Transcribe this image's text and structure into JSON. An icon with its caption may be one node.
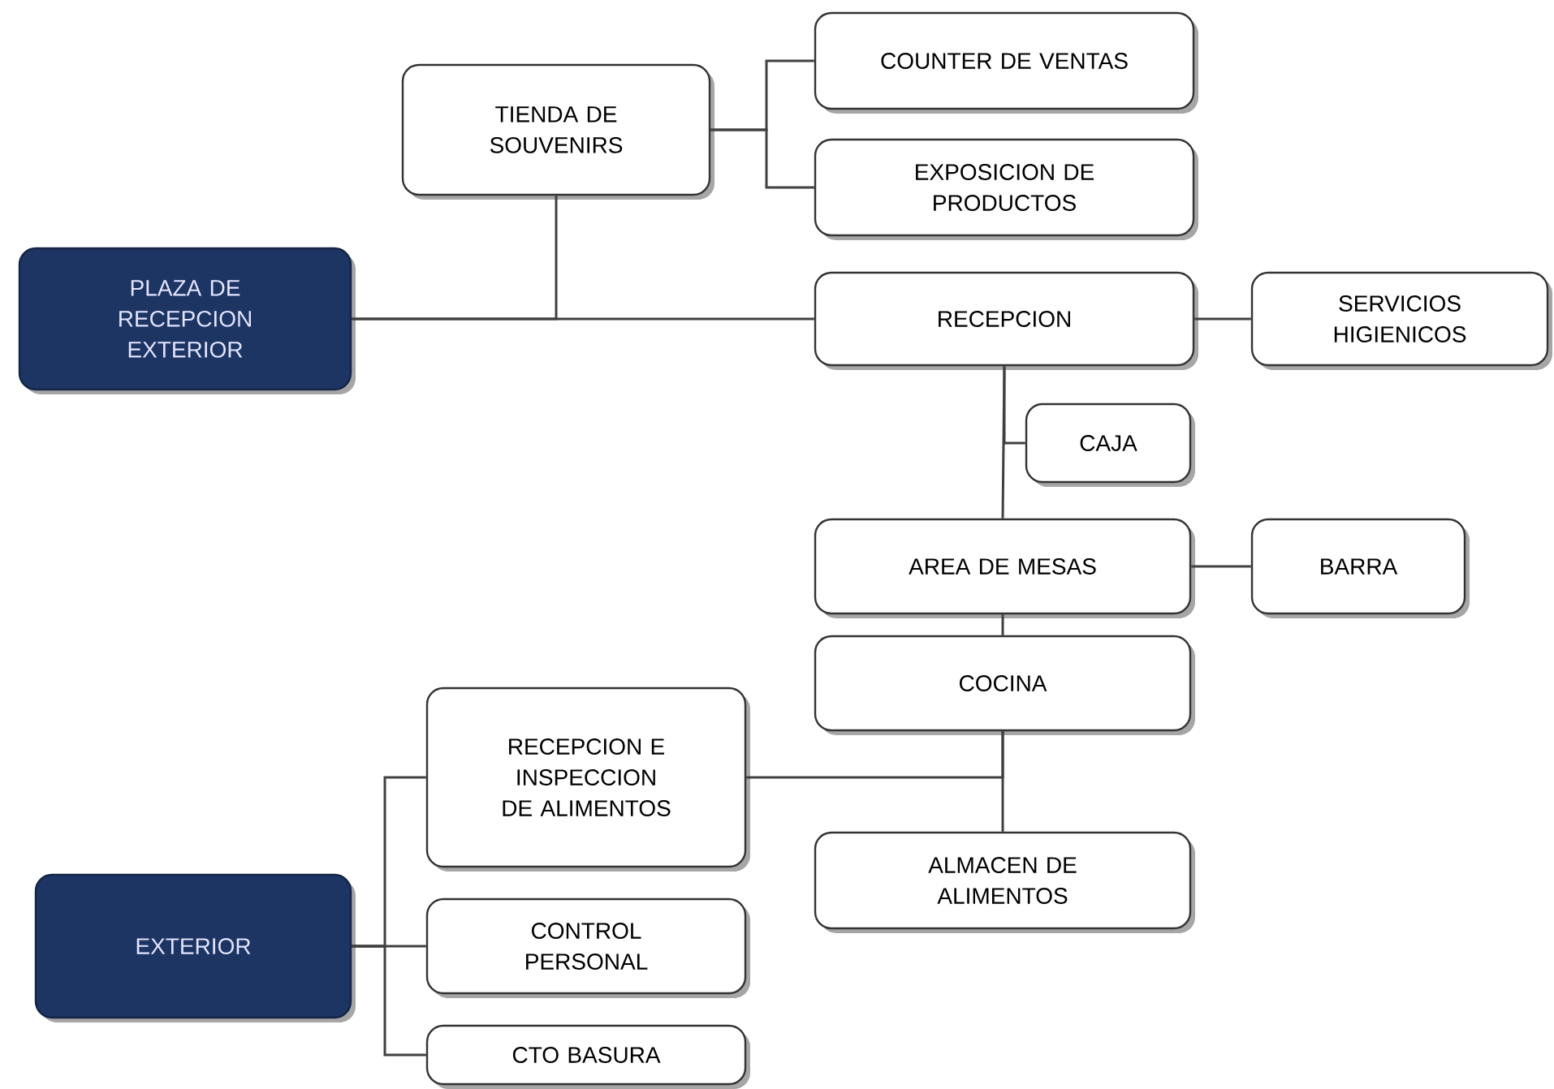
{
  "diagram": {
    "nodes": [
      {
        "text": [
          "PLAZA DE RECEPCION EXTERIOR"
        ]
      },
      {
        "text": [
          "TIENDA DE SOUVENIRS"
        ]
      },
      {
        "text": [
          "COUNTER DE VENTAS"
        ]
      },
      {
        "text": [
          "EXPOSICION DE PRODUCTOS"
        ]
      },
      {
        "text": [
          "RECEPCION"
        ]
      },
      {
        "text": [
          "SERVICIOS HIGIENICOS"
        ]
      },
      {
        "text": [
          "CAJA"
        ]
      },
      {
        "text": [
          "AREA DE MESAS"
        ]
      },
      {
        "text": [
          "BARRA"
        ]
      },
      {
        "text": [
          "COCINA"
        ]
      },
      {
        "text": [
          "RECEPCION E INSPECCION DE ALIMENTOS"
        ]
      },
      {
        "text": [
          "ALMACEN DE ALIMENTOS"
        ]
      },
      {
        "text": [
          "EXTERIOR"
        ]
      },
      {
        "text": [
          "CONTROL PERSONAL"
        ]
      },
      {
        "text": [
          "CTO BASURA"
        ]
      }
    ],
    "edges": [
      {
        "from": 0,
        "to": 1,
        "arrow": "none"
      },
      {
        "from": 0,
        "to": 4,
        "arrow": "none"
      },
      {
        "from": 1,
        "to": 2,
        "arrow": "none"
      },
      {
        "from": 1,
        "to": 3,
        "arrow": "none"
      },
      {
        "from": 4,
        "to": 5,
        "arrow": "none"
      },
      {
        "from": 4,
        "to": 6,
        "arrow": "none"
      },
      {
        "from": 4,
        "to": 7,
        "arrow": "none"
      },
      {
        "from": 7,
        "to": 8,
        "arrow": "none"
      },
      {
        "from": 7,
        "to": 9,
        "arrow": "none"
      },
      {
        "from": 9,
        "to": 10,
        "arrow": "none"
      },
      {
        "from": 9,
        "to": 11,
        "arrow": "none"
      },
      {
        "from": 12,
        "to": 10,
        "arrow": "none"
      },
      {
        "from": 12,
        "to": 13,
        "arrow": "none"
      },
      {
        "from": 12,
        "to": 14,
        "arrow": "none"
      }
    ]
  }
}
